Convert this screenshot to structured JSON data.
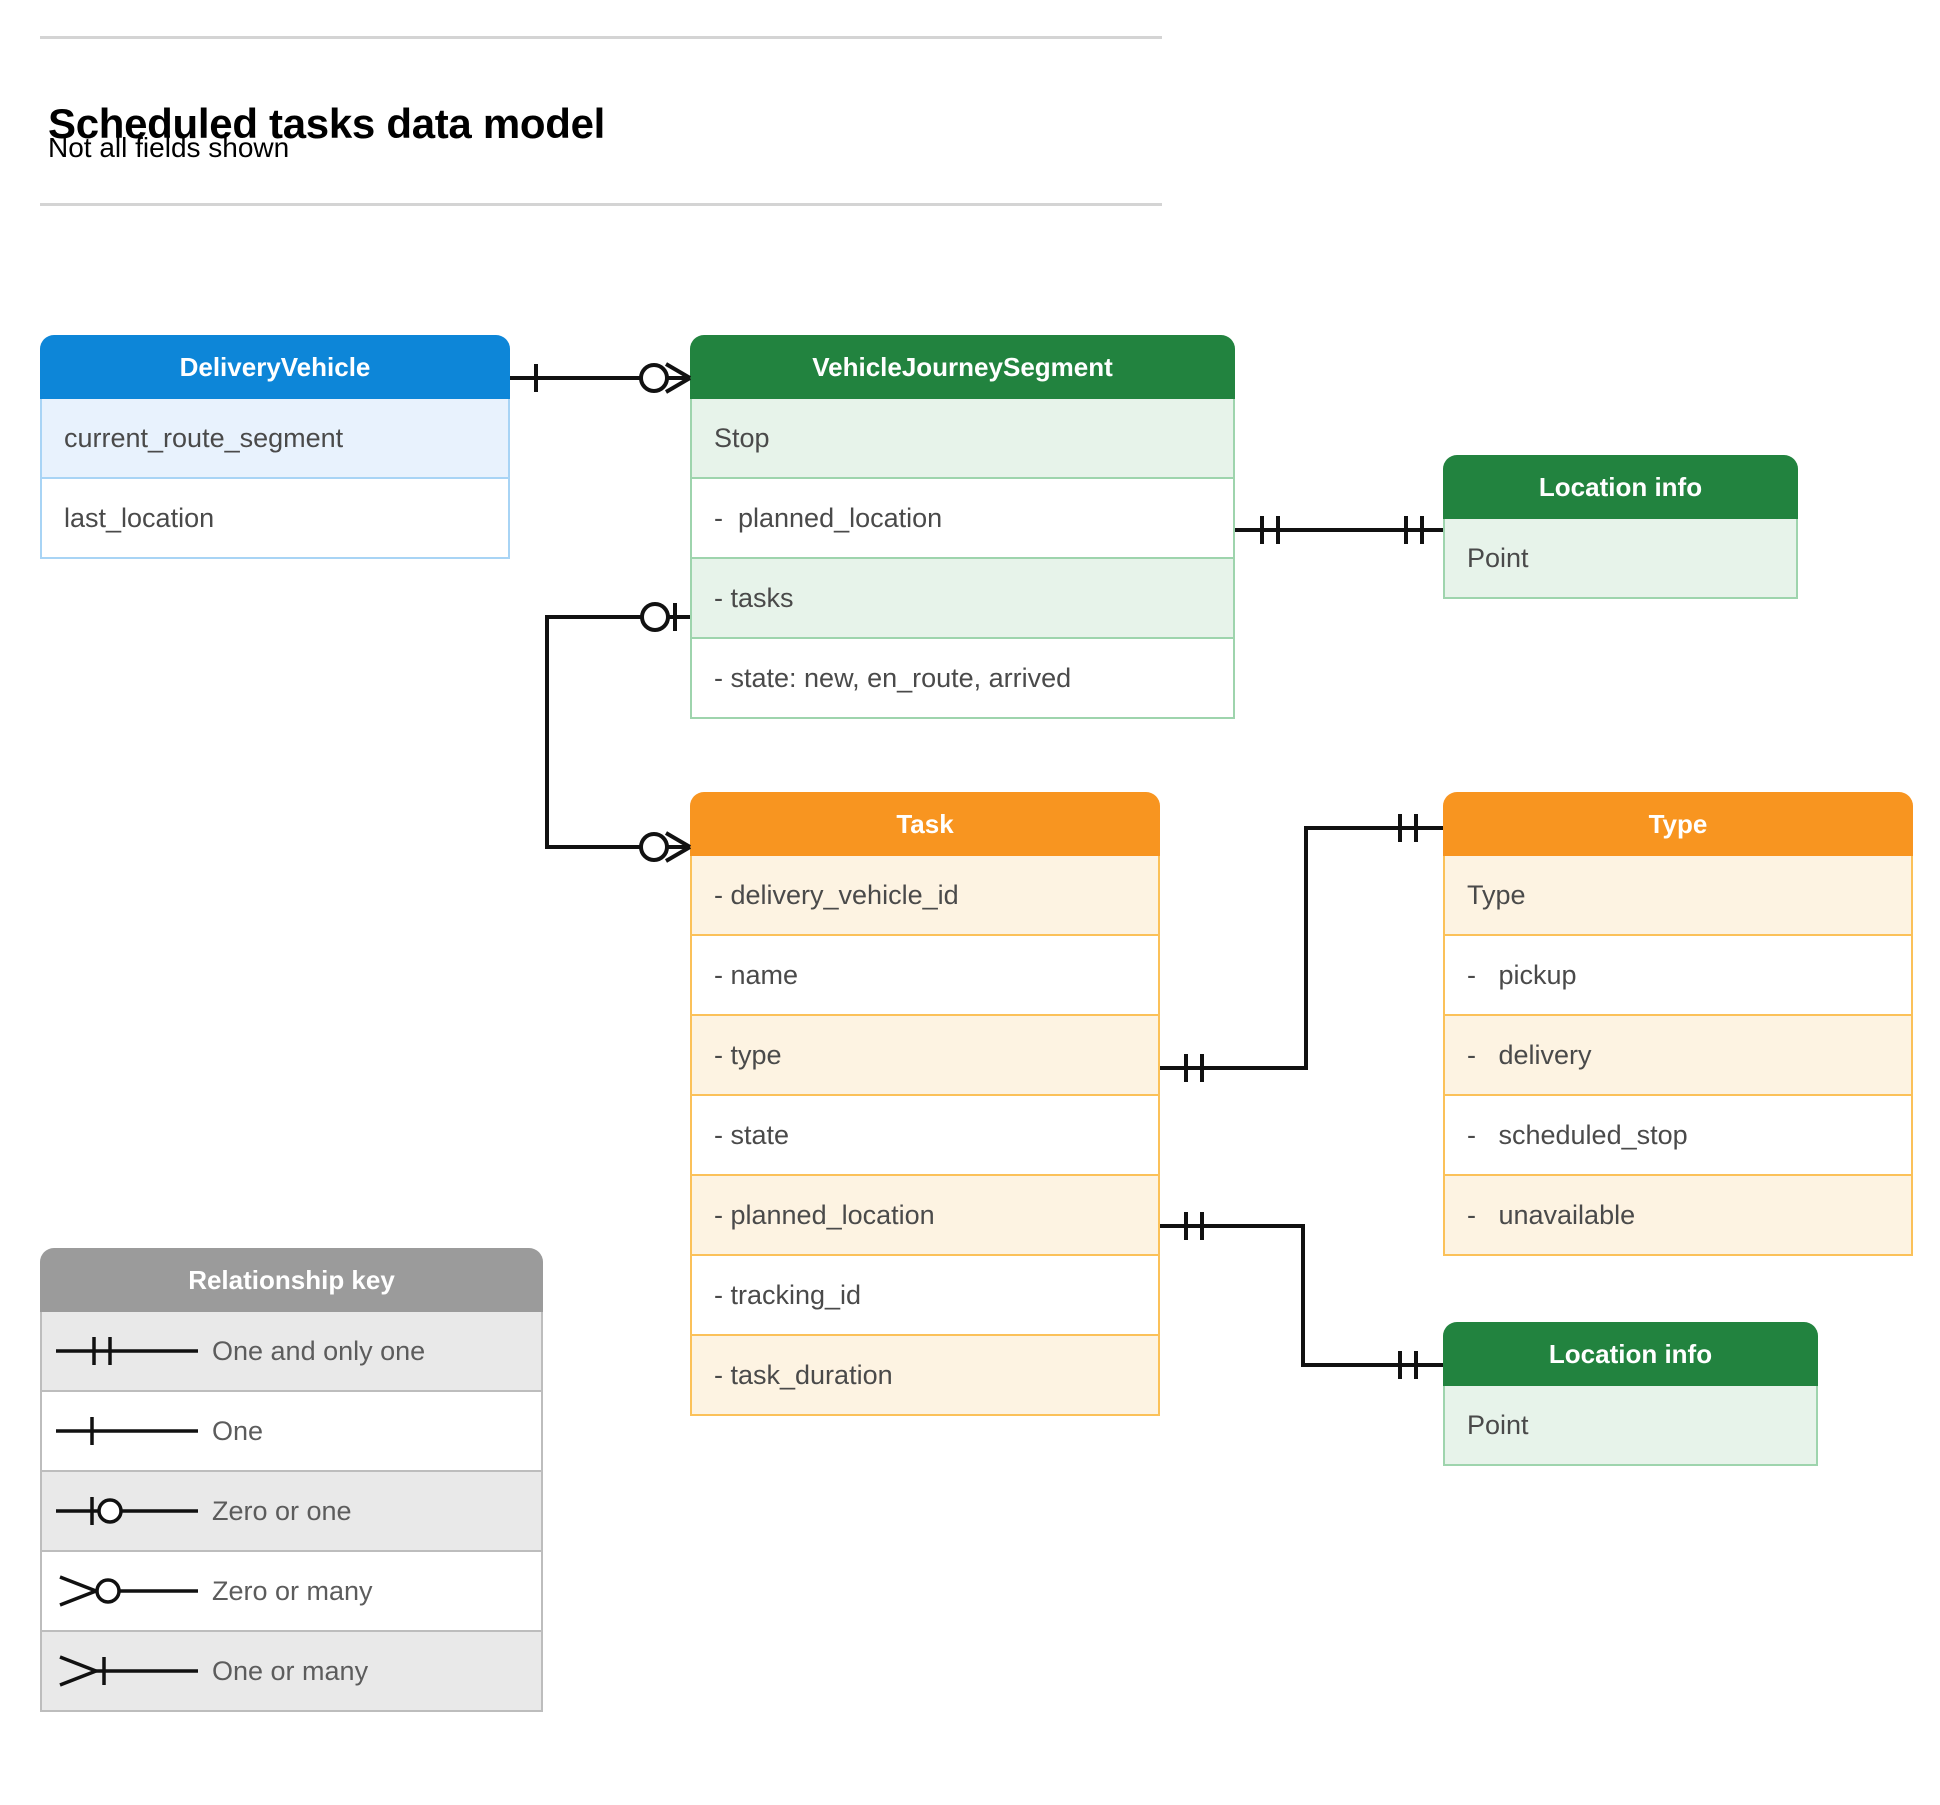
{
  "header": {
    "title": "Scheduled tasks data model",
    "subtitle": "Not all fields shown"
  },
  "entities": {
    "delivery_vehicle": {
      "title": "DeliveryVehicle",
      "color": "#0d86d8",
      "rows": [
        "current_route_segment",
        "last_location"
      ]
    },
    "vehicle_journey_segment": {
      "title": "VehicleJourneySegment",
      "color": "#22833f",
      "rows": [
        "Stop",
        "-  planned_location",
        "- tasks",
        "- state: new, en_route, arrived"
      ]
    },
    "location_info_top": {
      "title": "Location info",
      "color": "#22833f",
      "rows": [
        "Point"
      ]
    },
    "location_info_bottom": {
      "title": "Location info",
      "color": "#22833f",
      "rows": [
        "Point"
      ]
    },
    "task": {
      "title": "Task",
      "color": "#f89520",
      "rows": [
        "- delivery_vehicle_id",
        "- name",
        "- type",
        "- state",
        "- planned_location",
        "- tracking_id",
        "- task_duration"
      ]
    },
    "type": {
      "title": "Type",
      "color": "#f89520",
      "rows": [
        "Type",
        "-   pickup",
        "-   delivery",
        "-   scheduled_stop",
        "-   unavailable"
      ]
    }
  },
  "legend": {
    "title": "Relationship key",
    "items": [
      {
        "symbol": "one-and-only-one",
        "label": "One and only one"
      },
      {
        "symbol": "one",
        "label": "One"
      },
      {
        "symbol": "zero-or-one",
        "label": "Zero or one"
      },
      {
        "symbol": "zero-or-many",
        "label": "Zero or many"
      },
      {
        "symbol": "one-or-many",
        "label": "One or many"
      }
    ]
  },
  "relationships": [
    {
      "from": "delivery_vehicle",
      "from_cardinality": "one",
      "to": "vehicle_journey_segment",
      "to_cardinality": "zero-or-many"
    },
    {
      "from": "vehicle_journey_segment.tasks",
      "from_cardinality": "zero-or-one",
      "to": "task",
      "to_cardinality": "zero-or-many"
    },
    {
      "from": "vehicle_journey_segment.planned_location",
      "from_cardinality": "one-and-only-one",
      "to": "location_info_top",
      "to_cardinality": "one-and-only-one"
    },
    {
      "from": "task.type",
      "from_cardinality": "one-and-only-one",
      "to": "type",
      "to_cardinality": "one-and-only-one"
    },
    {
      "from": "task.planned_location",
      "from_cardinality": "one-and-only-one",
      "to": "location_info_bottom",
      "to_cardinality": "one-and-only-one"
    }
  ]
}
